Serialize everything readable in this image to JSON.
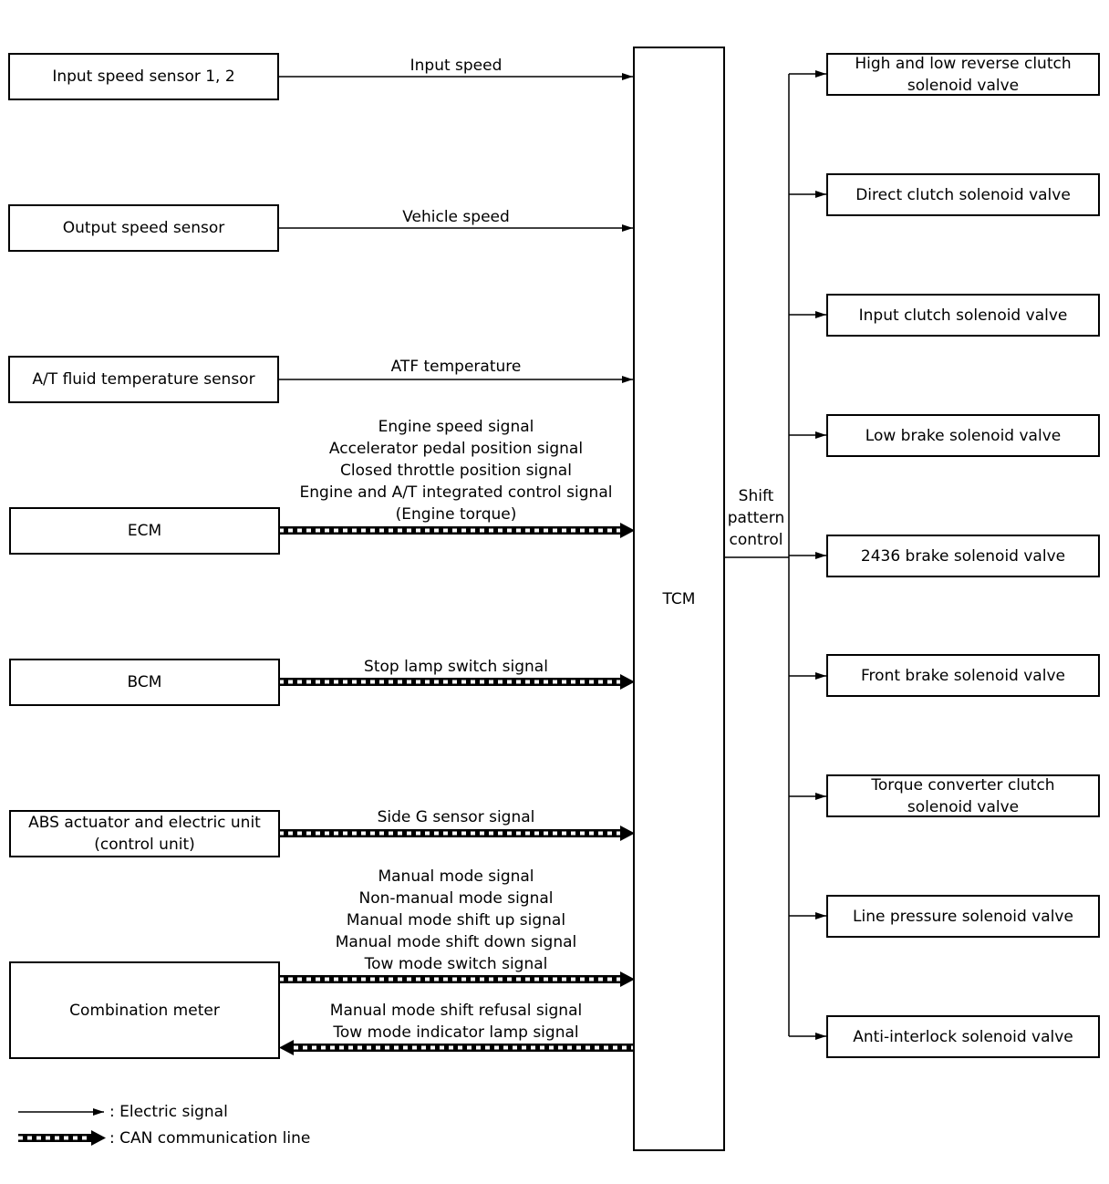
{
  "inputs": {
    "input_speed_sensor": "Input speed sensor 1, 2",
    "output_speed_sensor": "Output speed sensor",
    "fluid_temp_sensor": "A/T fluid temperature sensor",
    "ecm": "ECM",
    "bcm": "BCM",
    "abs_unit": "ABS actuator and electric unit\n(control unit)",
    "combination_meter": "Combination meter"
  },
  "tcm": "TCM",
  "signals": {
    "input_speed": "Input speed",
    "vehicle_speed": "Vehicle speed",
    "atf_temperature": "ATF temperature",
    "ecm_signals": "Engine speed signal\nAccelerator pedal position signal\nClosed throttle position signal\nEngine and A/T integrated control signal\n(Engine torque)",
    "stop_lamp": "Stop lamp switch signal",
    "side_g": "Side G sensor signal",
    "meter_to_tcm": "Manual mode signal\nNon-manual mode signal\nManual mode shift up signal\nManual mode shift down signal\nTow mode switch signal",
    "tcm_to_meter": "Manual mode shift refusal signal\nTow mode indicator lamp signal",
    "shift_pattern": "Shift\npattern\ncontrol"
  },
  "outputs": [
    "High and low reverse clutch\nsolenoid valve",
    "Direct clutch solenoid valve",
    "Input clutch solenoid valve",
    "Low brake solenoid valve",
    "2436 brake solenoid valve",
    "Front brake solenoid valve",
    "Torque converter clutch\nsolenoid valve",
    "Line pressure solenoid valve",
    "Anti-interlock solenoid valve"
  ],
  "legend": {
    "electric": ": Electric signal",
    "can": ": CAN communication line"
  }
}
